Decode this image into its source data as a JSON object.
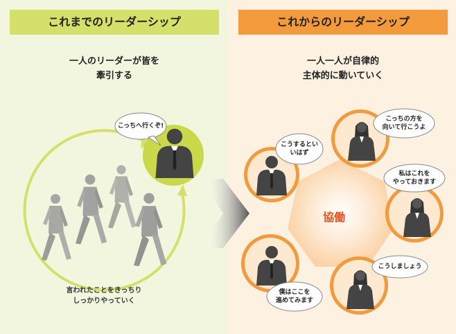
{
  "left": {
    "header": "これまでのリーダーシップ",
    "subtitle_line1": "一人のリーダーが皆を",
    "subtitle_line2": "牽引する",
    "leader_bubble": "こっちへ行くぞ!",
    "caption_line1": "言われたことをきっちり",
    "caption_line2": "しっかりやっていく"
  },
  "right": {
    "header": "これからのリーダーシップ",
    "subtitle_line1": "一人一人が自律的",
    "subtitle_line2": "主体的に動いていく",
    "center_label": "協働",
    "bubbles": [
      {
        "line1": "こうするとい",
        "line2": "いはず"
      },
      {
        "line1": "こっちの方を",
        "line2": "向いて行こうよ"
      },
      {
        "line1": "私はこれを",
        "line2": "やっておきます"
      },
      {
        "line1": "こうしましょう",
        "line2": ""
      },
      {
        "line1": "僕はここを",
        "line2": "進めてみます"
      }
    ]
  },
  "colors": {
    "left_bg": "#f3f6de",
    "right_bg": "#fdf1e2",
    "left_accent": "#d4e06a",
    "right_accent": "#f29a3c",
    "center_label": "#e5521f"
  }
}
